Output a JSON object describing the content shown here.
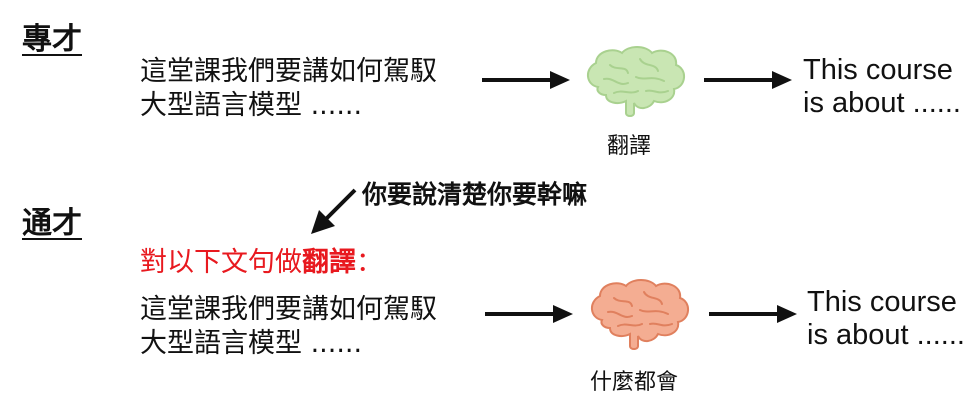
{
  "colors": {
    "text": "#111111",
    "red": "#e8191f",
    "brain_specialist": "#c9e6b3",
    "brain_specialist_stroke": "#a9d18f",
    "brain_generalist": "#f4ad92",
    "brain_generalist_stroke": "#e0805e"
  },
  "specialist": {
    "heading": "專才",
    "input_lines": [
      "這堂課我們要講如何駕馭",
      "大型語言模型 ......"
    ],
    "output_lines": [
      "This course",
      "is about ......"
    ],
    "brain_label": "翻譯",
    "brain_icon": "brain-icon"
  },
  "generalist": {
    "heading": "通才",
    "callout": "你要說清楚你要幹嘛",
    "instruction_prefix": "對以下文句做",
    "instruction_bold": "翻譯",
    "instruction_suffix": "：",
    "input_lines": [
      "這堂課我們要講如何駕馭",
      "大型語言模型 ......"
    ],
    "output_lines": [
      "This course",
      "is about ......"
    ],
    "brain_label": "什麼都會",
    "brain_icon": "brain-icon"
  }
}
